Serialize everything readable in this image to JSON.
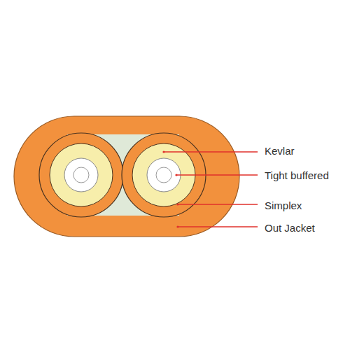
{
  "diagram": {
    "labels": [
      "Kevlar",
      "Tight buffered",
      "Simplex",
      "Out Jacket"
    ]
  }
}
